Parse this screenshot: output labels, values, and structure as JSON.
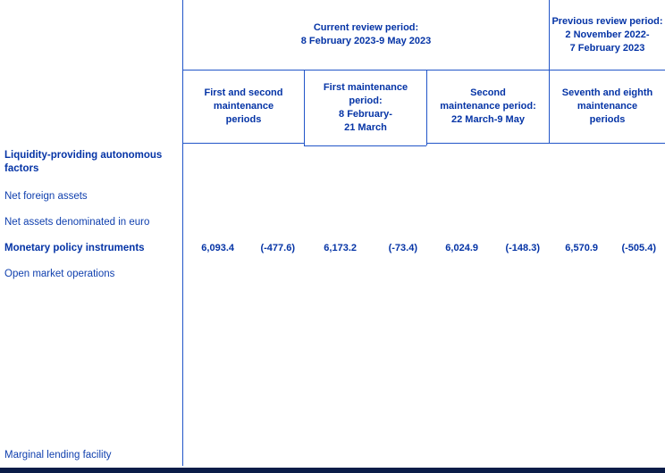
{
  "colors": {
    "background": "#ffffff",
    "text_bold": "#0534a6",
    "text_regular": "#0f3fae",
    "table_line": "#2155c8",
    "bottom_band": "#0b1c48"
  },
  "header": {
    "current_period": "Current review period:\n8 February 2023-9 May 2023",
    "previous_period": "Previous review period:\n2 November 2022-\n7 February 2023",
    "subcolumns": [
      "First and second\nmaintenance\nperiods",
      "First maintenance\nperiod:\n8 February-\n21 March",
      "Second\nmaintenance period:\n22 March-9 May",
      "Seventh and eighth\nmaintenance\nperiods"
    ]
  },
  "rows": [
    {
      "label": "Liquidity-providing autonomous factors",
      "bold": true,
      "values": [
        "",
        "",
        "",
        "",
        "",
        "",
        "",
        ""
      ]
    },
    {
      "label": "Net foreign assets",
      "bold": false,
      "values": [
        "",
        "",
        "",
        "",
        "",
        "",
        "",
        ""
      ]
    },
    {
      "label": "Net assets denominated in euro",
      "bold": false,
      "values": [
        "",
        "",
        "",
        "",
        "",
        "",
        "",
        ""
      ]
    },
    {
      "label": "Monetary policy instruments",
      "bold": true,
      "values": [
        "6,093.4",
        "(-477.6)",
        "6,173.2",
        "(-73.4)",
        "6,024.9",
        "(-148.3)",
        "6,570.9",
        "(-505.4)"
      ]
    },
    {
      "label": "Open market operations",
      "bold": false,
      "values": [
        "",
        "",
        "",
        "",
        "",
        "",
        "",
        ""
      ]
    },
    {
      "label": "Marginal lending facility",
      "bold": false,
      "values": [
        "",
        "",
        "",
        "",
        "",
        "",
        "",
        ""
      ]
    }
  ]
}
